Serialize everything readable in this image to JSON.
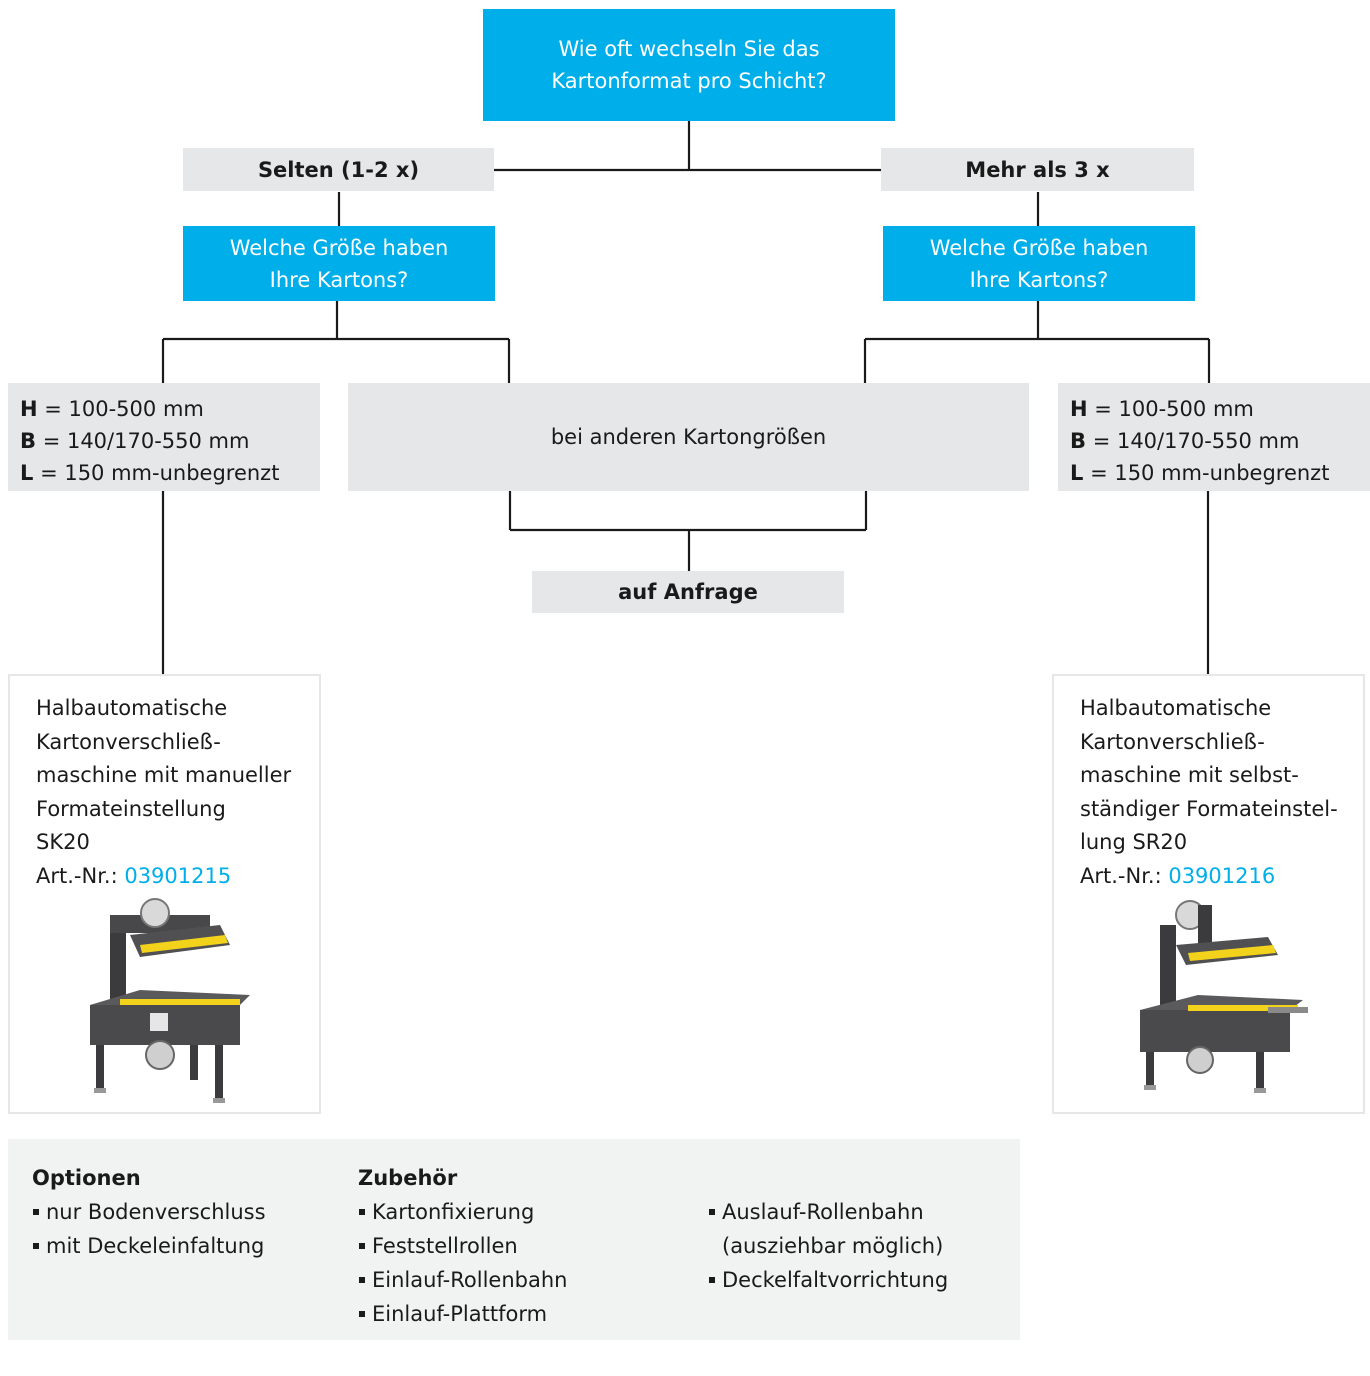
{
  "question_1": {
    "line1": "Wie oft wechseln Sie das",
    "line2": "Kartonformat pro Schicht?"
  },
  "answer_left": "Selten (1-2 x)",
  "answer_right": "Mehr als 3 x",
  "question_2_left": {
    "line1": "Welche Größe haben",
    "line2": "Ihre Kartons?"
  },
  "question_2_right": {
    "line1": "Welche Größe haben",
    "line2": "Ihre Kartons?"
  },
  "dims_left": {
    "h_key": "H",
    "h_val": " = 100-500 mm",
    "b_key": "B",
    "b_val": " = 140/170-550 mm",
    "l_key": "L",
    "l_val": " = 150 mm-unbegrenzt"
  },
  "dims_right": {
    "h_key": "H",
    "h_val": " = 100-500 mm",
    "b_key": "B",
    "b_val": " = 140/170-550 mm",
    "l_key": "L",
    "l_val": " = 150 mm-unbegrenzt"
  },
  "other_sizes": "bei anderen Kartongrößen",
  "on_request": "auf Anfrage",
  "product_left": {
    "lines": [
      "Halbautomatische",
      "Kartonverschließ-",
      "maschine mit manueller",
      "Formateinstellung",
      "SK20"
    ],
    "art_label": "Art.-Nr.: ",
    "art_number": "03901215"
  },
  "product_right": {
    "lines": [
      "Halbautomatische",
      "Kartonverschließ-",
      "maschine mit selbst-",
      "ständiger Formateinstel-",
      "lung SR20"
    ],
    "art_label": "Art.-Nr.: ",
    "art_number": "03901216"
  },
  "options": {
    "title": "Optionen",
    "items": [
      "nur Bodenverschluss",
      "mit Deckeleinfaltung"
    ]
  },
  "accessories": {
    "title": "Zubehör",
    "col1": [
      "Kartonfixierung",
      "Feststellrollen",
      "Einlauf-Rollenbahn",
      "Einlauf-Plattform"
    ],
    "col2_item1_line1": "Auslauf-Rollenbahn",
    "col2_item1_line2": "(ausziehbar möglich)",
    "col2_item2": "Deckelfaltvorrichtung"
  },
  "colors": {
    "accent": "#00aee9",
    "box_grey": "#e6e7e8",
    "panel_grey": "#f1f2f2",
    "machine_yellow": "#f3d21b"
  },
  "icons": [
    "case-sealer-machine-image"
  ]
}
